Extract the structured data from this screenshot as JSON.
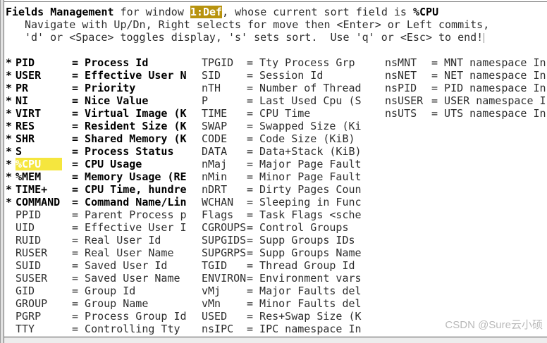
{
  "header": {
    "title": "Fields Management",
    "for_window": " for window ",
    "window_name": "1:Def",
    "sort_text": ", whose current sort field is ",
    "sort_field": "%CPU",
    "line2": "Navigate with Up/Dn, Right selects for move then <Enter> or Left commits,",
    "line3": "'d' or <Space> toggles display, 's' sets sort.  Use 'q' or <Esc> to end!"
  },
  "colors": {
    "window_badge_bg": "#b8930e",
    "selected_field_bg": "#f5e63e",
    "selected_field_text": "#ffffff",
    "text": "#2e2e2e",
    "bold_text": "#000000"
  },
  "fields": {
    "selected_field": "%CPU",
    "rows": [
      {
        "c1": {
          "star": "*",
          "name": "PID",
          "desc": "Process Id"
        },
        "c2": {
          "name": "TPGID",
          "desc": "Tty Process Grp"
        },
        "c3": {
          "name": "nsMNT",
          "desc": "MNT namespace In"
        }
      },
      {
        "c1": {
          "star": "*",
          "name": "USER",
          "desc": "Effective User N"
        },
        "c2": {
          "name": "SID",
          "desc": "Session Id"
        },
        "c3": {
          "name": "nsNET",
          "desc": "NET namespace In"
        }
      },
      {
        "c1": {
          "star": "*",
          "name": "PR",
          "desc": "Priority"
        },
        "c2": {
          "name": "nTH",
          "desc": "Number of Thread"
        },
        "c3": {
          "name": "nsPID",
          "desc": "PID namespace In"
        }
      },
      {
        "c1": {
          "star": "*",
          "name": "NI",
          "desc": "Nice Value"
        },
        "c2": {
          "name": "P",
          "desc": "Last Used Cpu (S"
        },
        "c3": {
          "name": "nsUSER",
          "desc": "USER namespace I"
        }
      },
      {
        "c1": {
          "star": "*",
          "name": "VIRT",
          "desc": "Virtual Image (K"
        },
        "c2": {
          "name": "TIME",
          "desc": "CPU Time"
        },
        "c3": {
          "name": "nsUTS",
          "desc": "UTS namespace In"
        }
      },
      {
        "c1": {
          "star": "*",
          "name": "RES",
          "desc": "Resident Size (K"
        },
        "c2": {
          "name": "SWAP",
          "desc": "Swapped Size (Ki"
        },
        "c3": null
      },
      {
        "c1": {
          "star": "*",
          "name": "SHR",
          "desc": "Shared Memory (K"
        },
        "c2": {
          "name": "CODE",
          "desc": "Code Size (KiB)"
        },
        "c3": null
      },
      {
        "c1": {
          "star": "*",
          "name": "S",
          "desc": "Process Status"
        },
        "c2": {
          "name": "DATA",
          "desc": "Data+Stack (KiB)"
        },
        "c3": null
      },
      {
        "c1": {
          "star": "*",
          "name": "%CPU",
          "desc": "CPU Usage",
          "selected": true
        },
        "c2": {
          "name": "nMaj",
          "desc": "Major Page Fault"
        },
        "c3": null
      },
      {
        "c1": {
          "star": "*",
          "name": "%MEM",
          "desc": "Memory Usage (RE"
        },
        "c2": {
          "name": "nMin",
          "desc": "Minor Page Fault"
        },
        "c3": null
      },
      {
        "c1": {
          "star": "*",
          "name": "TIME+",
          "desc": "CPU Time, hundre"
        },
        "c2": {
          "name": "nDRT",
          "desc": "Dirty Pages Coun"
        },
        "c3": null
      },
      {
        "c1": {
          "star": "*",
          "name": "COMMAND",
          "desc": "Command Name/Lin"
        },
        "c2": {
          "name": "WCHAN",
          "desc": "Sleeping in Func"
        },
        "c3": null
      },
      {
        "c1": {
          "star": "",
          "name": "PPID",
          "desc": "Parent Process p"
        },
        "c2": {
          "name": "Flags",
          "desc": "Task Flags <sche"
        },
        "c3": null
      },
      {
        "c1": {
          "star": "",
          "name": "UID",
          "desc": "Effective User I"
        },
        "c2": {
          "name": "CGROUPS",
          "desc": "Control Groups"
        },
        "c3": null
      },
      {
        "c1": {
          "star": "",
          "name": "RUID",
          "desc": "Real User Id"
        },
        "c2": {
          "name": "SUPGIDS",
          "desc": "Supp Groups IDs"
        },
        "c3": null
      },
      {
        "c1": {
          "star": "",
          "name": "RUSER",
          "desc": "Real User Name"
        },
        "c2": {
          "name": "SUPGRPS",
          "desc": "Supp Groups Name"
        },
        "c3": null
      },
      {
        "c1": {
          "star": "",
          "name": "SUID",
          "desc": "Saved User Id"
        },
        "c2": {
          "name": "TGID",
          "desc": "Thread Group Id"
        },
        "c3": null
      },
      {
        "c1": {
          "star": "",
          "name": "SUSER",
          "desc": "Saved User Name"
        },
        "c2": {
          "name": "ENVIRON",
          "desc": "Environment vars"
        },
        "c3": null
      },
      {
        "c1": {
          "star": "",
          "name": "GID",
          "desc": "Group Id"
        },
        "c2": {
          "name": "vMj",
          "desc": "Major Faults del"
        },
        "c3": null
      },
      {
        "c1": {
          "star": "",
          "name": "GROUP",
          "desc": "Group Name"
        },
        "c2": {
          "name": "vMn",
          "desc": "Minor Faults del"
        },
        "c3": null
      },
      {
        "c1": {
          "star": "",
          "name": "PGRP",
          "desc": "Process Group Id"
        },
        "c2": {
          "name": "USED",
          "desc": "Res+Swap Size (K"
        },
        "c3": null
      },
      {
        "c1": {
          "star": "",
          "name": "TTY",
          "desc": "Controlling Tty"
        },
        "c2": {
          "name": "nsIPC",
          "desc": "IPC namespace In"
        },
        "c3": null
      }
    ]
  },
  "watermark": "CSDN @Sure云小硕"
}
